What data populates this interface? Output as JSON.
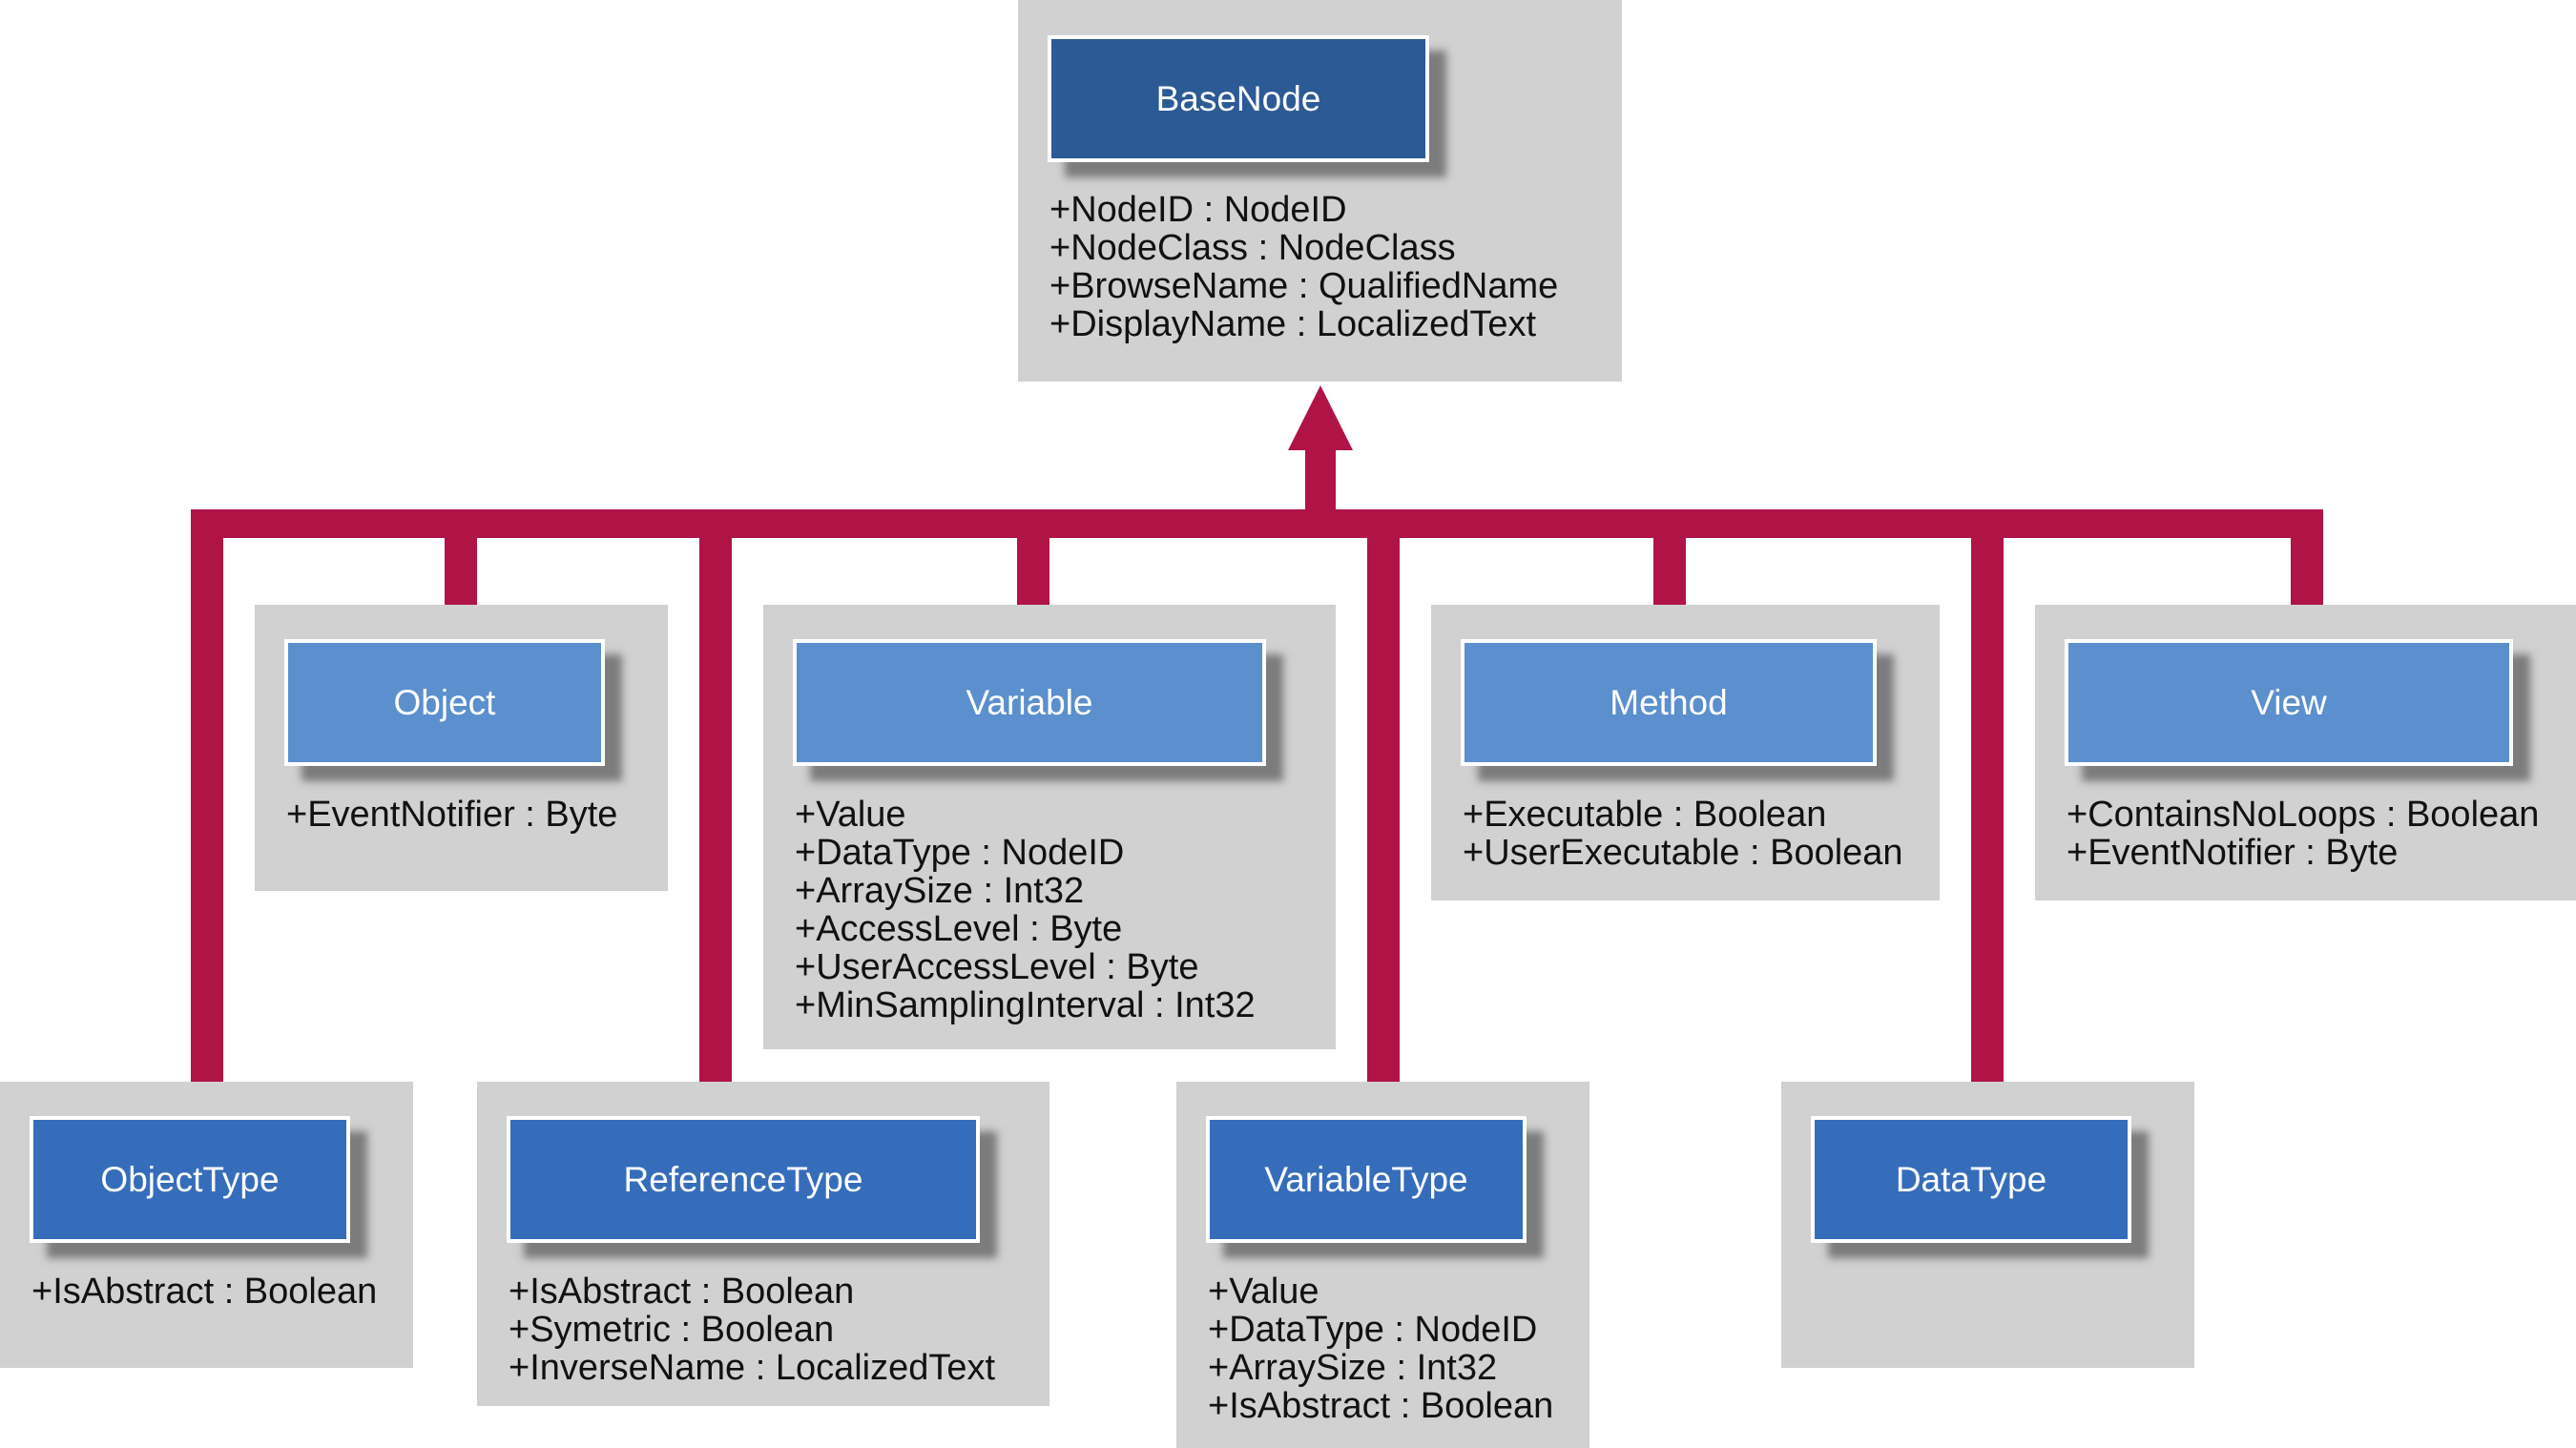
{
  "colors": {
    "connector": "#b01446",
    "box_background": "#d1d1d1",
    "header_dark": "#2c5a94",
    "header_mid": "#366dbb",
    "header_light": "#5b8fcd"
  },
  "nodes": {
    "basenode": {
      "name": "BaseNode",
      "attributes": [
        "+NodeID : NodeID",
        "+NodeClass : NodeClass",
        "+BrowseName : QualifiedName",
        "+DisplayName : LocalizedText"
      ]
    },
    "object": {
      "name": "Object",
      "attributes": [
        "+EventNotifier : Byte"
      ]
    },
    "variable": {
      "name": "Variable",
      "attributes": [
        "+Value",
        "+DataType : NodeID",
        "+ArraySize : Int32",
        "+AccessLevel : Byte",
        "+UserAccessLevel : Byte",
        "+MinSamplingInterval : Int32"
      ]
    },
    "method": {
      "name": "Method",
      "attributes": [
        "+Executable : Boolean",
        "+UserExecutable : Boolean"
      ]
    },
    "view": {
      "name": "View",
      "attributes": [
        "+ContainsNoLoops : Boolean",
        "+EventNotifier : Byte"
      ]
    },
    "objecttype": {
      "name": "ObjectType",
      "attributes": [
        "+IsAbstract : Boolean"
      ]
    },
    "referencetype": {
      "name": "ReferenceType",
      "attributes": [
        "+IsAbstract : Boolean",
        "+Symetric : Boolean",
        "+InverseName : LocalizedText"
      ]
    },
    "variabletype": {
      "name": "VariableType",
      "attributes": [
        "+Value",
        "+DataType : NodeID",
        "+ArraySize : Int32",
        "+IsAbstract : Boolean"
      ]
    },
    "datatype": {
      "name": "DataType",
      "attributes": []
    }
  }
}
